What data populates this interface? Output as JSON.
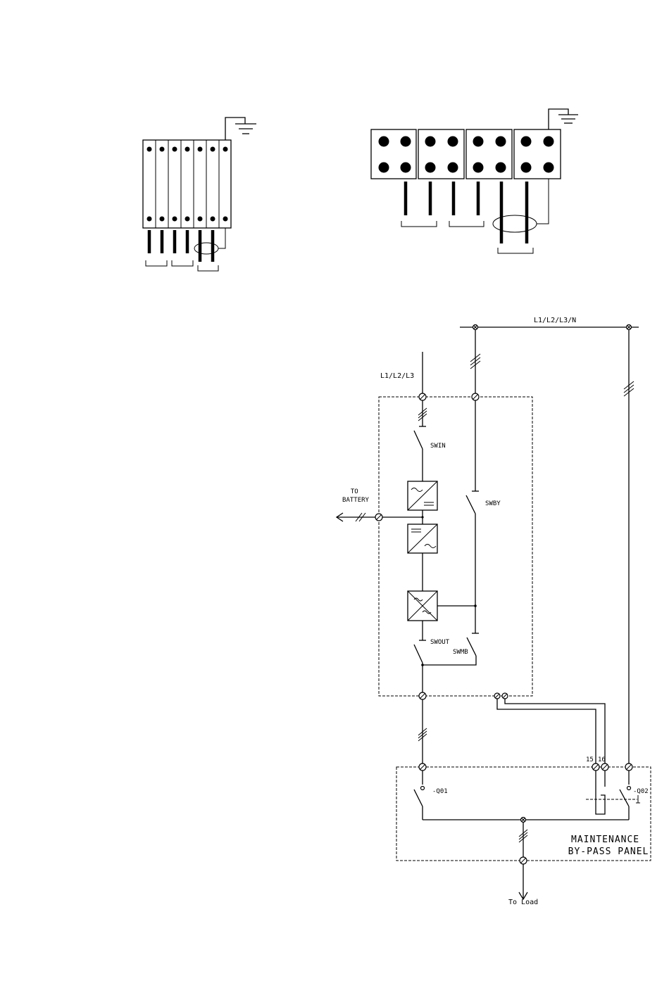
{
  "labels": {
    "mains_top": "L1/L2/L3/N",
    "input": "L1/L2/L3",
    "battery": "TO\nBATTERY",
    "swin": "SWIN",
    "swby": "SWBY",
    "swout": "SWOUT",
    "swmb": "SWMB",
    "q01": "-Q01",
    "q02": "-Q02",
    "term15": "15",
    "term16": "16",
    "panel": "MAINTENANCE\nBY-PASS PANEL",
    "load": "To Load"
  }
}
